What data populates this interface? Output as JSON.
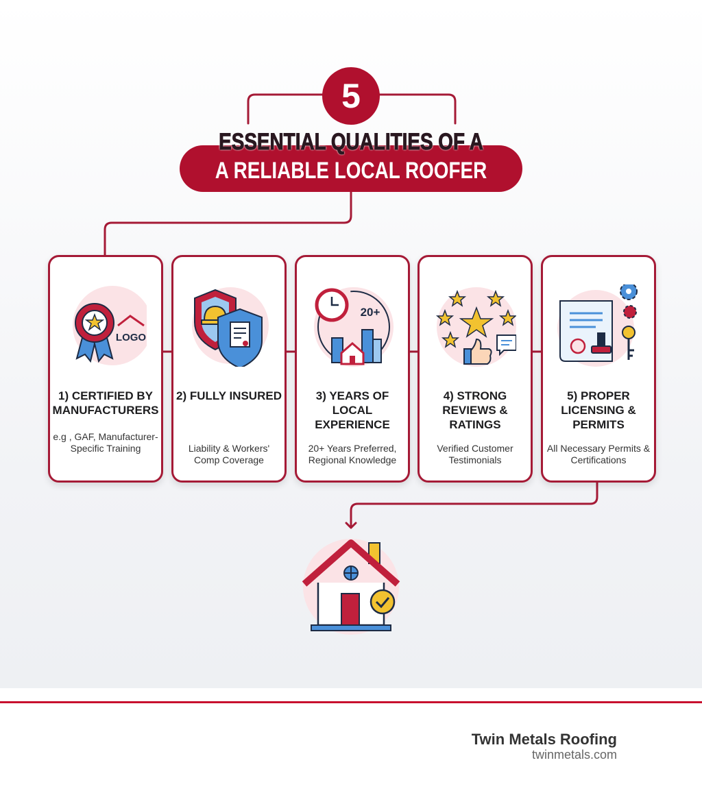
{
  "header": {
    "number": "5",
    "title_line1": "ESSENTIAL QUALITIES OF A",
    "title_line2": "A RELIABLE LOCAL ROOFER"
  },
  "colors": {
    "accent": "#b0102e",
    "card_border": "#a51a36",
    "icon_blue": "#4a90d9",
    "icon_gold": "#f2c230",
    "footer_line": "#c8102e"
  },
  "cards": [
    {
      "title": "1) CERTIFIED BY MANUFACTURERS",
      "desc": "e.g , GAF, Manufacturer-Specific Training",
      "icon": "award-ribbon-logo-icon",
      "logo_text": "LOGO"
    },
    {
      "title": "2) FULLY INSURED",
      "desc": "Liability & Workers' Comp Coverage",
      "icon": "shield-hardhat-document-icon"
    },
    {
      "title": "3) YEARS OF LOCAL EXPERIENCE",
      "desc": "20+ Years Preferred, Regional Knowledge",
      "icon": "clock-city-icon",
      "badge": "20+"
    },
    {
      "title": "4) STRONG REVIEWS & RATINGS",
      "desc": "Verified Customer Testimonials",
      "icon": "stars-thumbs-up-icon"
    },
    {
      "title": "5) PROPER LICENSING & PERMITS",
      "desc": "All Necessary Permits & Certifications",
      "icon": "permit-stamp-key-icon"
    }
  ],
  "result_icon": "house-checkmark-icon",
  "footer": {
    "brand": "Twin Metals Roofing",
    "site": "twinmetals.com"
  }
}
